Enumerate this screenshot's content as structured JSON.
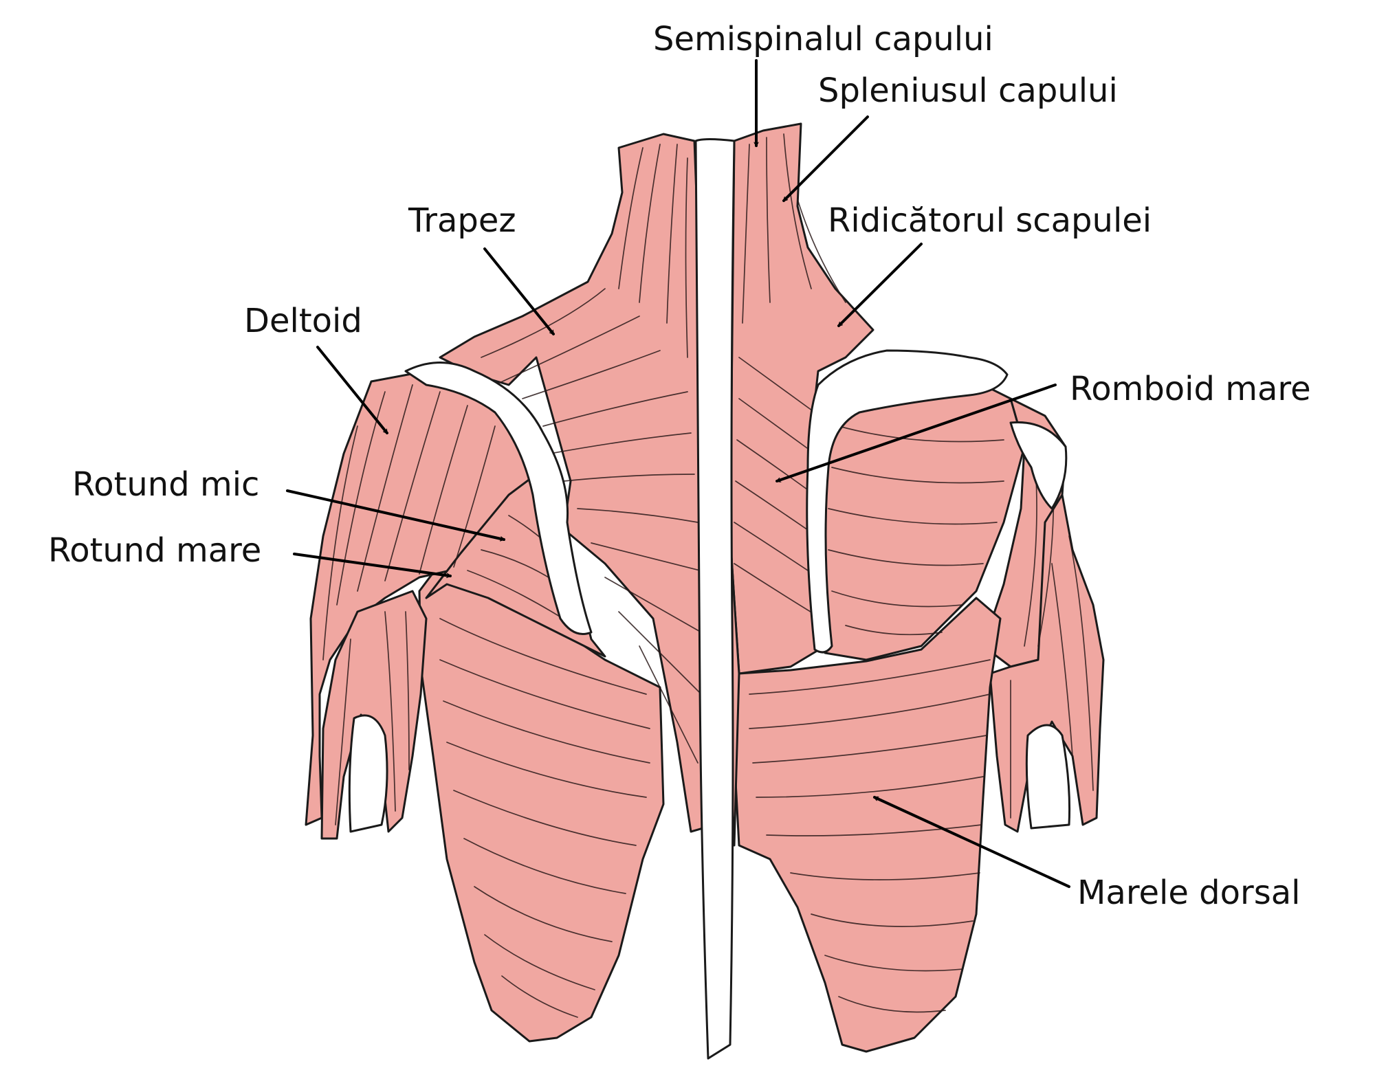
{
  "colors": {
    "muscle": "#F0A7A1",
    "outline": "#1A1A1A",
    "background": "#FFFFFF",
    "bone": "#FFFFFF"
  },
  "labels": {
    "semispinalul": "Semispinalul capului",
    "spleniusul": "Spleniusul capului",
    "trapez": "Trapez",
    "ridicatorul": "Ridicătorul scapulei",
    "deltoid": "Deltoid",
    "romboid": "Romboid mare",
    "rotund_mic": "Rotund mic",
    "rotund_mare": "Rotund mare",
    "marele_dorsal": "Marele dorsal"
  }
}
